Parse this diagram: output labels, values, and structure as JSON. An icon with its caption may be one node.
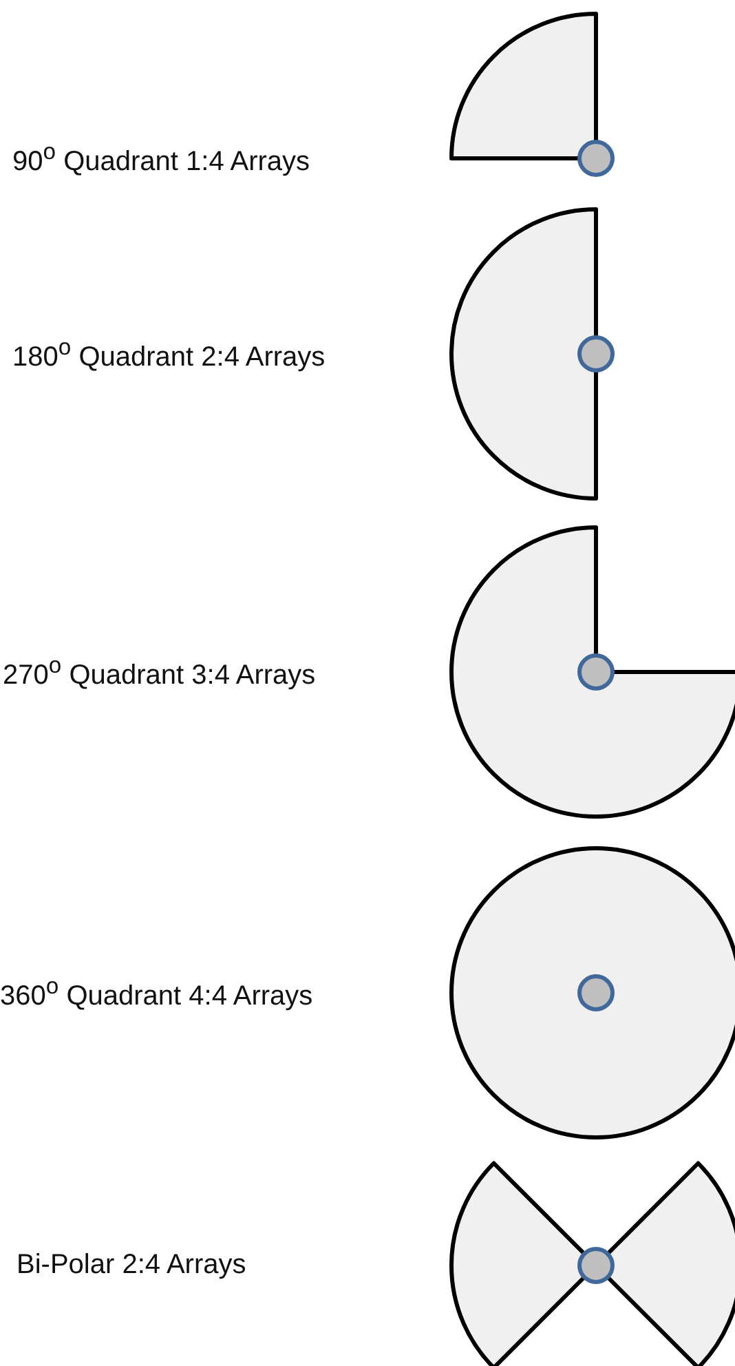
{
  "diagram": {
    "labels": [
      "90$^{o}$ Quadrant 1:4 Arrays",
      "180$^{o}$ Quadrant 2:4 Arrays",
      "270$^{o}$ Quadrant 3:4 Arrays",
      "360$^{o}$ Quadrant 4:4 Arrays",
      "Bi-Polar 2:4 Arrays"
    ]
  }
}
